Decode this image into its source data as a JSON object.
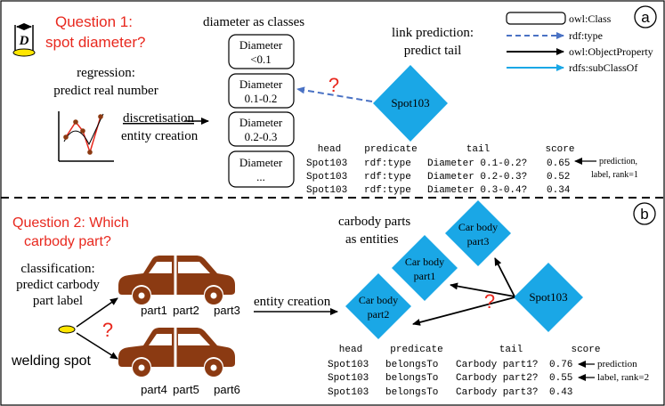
{
  "colors": {
    "question_red": "#e8281e",
    "diamond_blue": "#1aa7e6",
    "car_brown": "#8b3a12",
    "dashed_blue": "#4a72c4",
    "subclass_blue": "#1aa7e6",
    "spot_yellow": "#ffe600"
  },
  "icons": [
    "diameter-gauge-icon",
    "line-chart-icon",
    "welding-spot-icon",
    "car-icon"
  ],
  "legend": {
    "class_label": "owl:Class",
    "type_label": "rdf:type",
    "objprop_label": "owl:ObjectProperty",
    "subclass_label": "rdfs:subClassOf"
  },
  "section_a": {
    "badge": "a",
    "gauge_letter": "D",
    "question_line1": "Question 1:",
    "question_line2": "spot diameter?",
    "regression_line1": "regression:",
    "regression_line2": "predict real number",
    "discretisation": "discretisation",
    "entity_creation": "entity creation",
    "classes_title": "diameter as classes",
    "link_pred_line1": "link prediction:",
    "link_pred_line2": "predict tail",
    "question_mark": "?",
    "spot_label": "Spot103",
    "classes": [
      {
        "line1": "Diameter",
        "line2": "<0.1"
      },
      {
        "line1": "Diameter",
        "line2": "0.1-0.2"
      },
      {
        "line1": "Diameter",
        "line2": "0.2-0.3"
      },
      {
        "line1": "Diameter",
        "line2": "..."
      }
    ],
    "table_header": {
      "head": "head",
      "predicate": "predicate",
      "tail": "tail",
      "score": "score"
    },
    "table_rows": [
      {
        "head": "Spot103",
        "predicate": "rdf:type",
        "tail": "Diameter 0.1-0.2?",
        "score": "0.65"
      },
      {
        "head": "Spot103",
        "predicate": "rdf:type",
        "tail": "Diameter 0.2-0.3?",
        "score": "0.52"
      },
      {
        "head": "Spot103",
        "predicate": "rdf:type",
        "tail": "Diameter 0.3-0.4?",
        "score": "0.34"
      }
    ],
    "annot_line1": "prediction,",
    "annot_line2": "label, rank=1"
  },
  "section_b": {
    "badge": "b",
    "question_line1": "Question 2: Which",
    "question_line2": "carbody part?",
    "classification_line1": "classification:",
    "classification_line2": "predict carbody",
    "classification_line3": "part label",
    "welding_spot": "welding spot",
    "question_mark": "?",
    "parts_top": [
      "part1",
      "part2",
      "part3"
    ],
    "parts_bottom": [
      "part4",
      "part5",
      "part6"
    ],
    "entity_creation": "entity creation",
    "entities_line1": "carbody parts",
    "entities_line2": "as entities",
    "diamonds": [
      {
        "line1": "Car body",
        "line2": "part3"
      },
      {
        "line1": "Car body",
        "line2": "part1"
      },
      {
        "line1": "Car body",
        "line2": "part2"
      }
    ],
    "spot_label": "Spot103",
    "table_header": {
      "head": "head",
      "predicate": "predicate",
      "tail": "tail",
      "score": "score"
    },
    "table_rows": [
      {
        "head": "Spot103",
        "predicate": "belongsTo",
        "tail": "Carbody part1?",
        "score": "0.76"
      },
      {
        "head": "Spot103",
        "predicate": "belongsTo",
        "tail": "Carbody part2?",
        "score": "0.55"
      },
      {
        "head": "Spot103",
        "predicate": "belongsTo",
        "tail": "Carbody part3?",
        "score": "0.43"
      }
    ],
    "annot_pred": "prediction",
    "annot_label": "label, rank=2"
  }
}
